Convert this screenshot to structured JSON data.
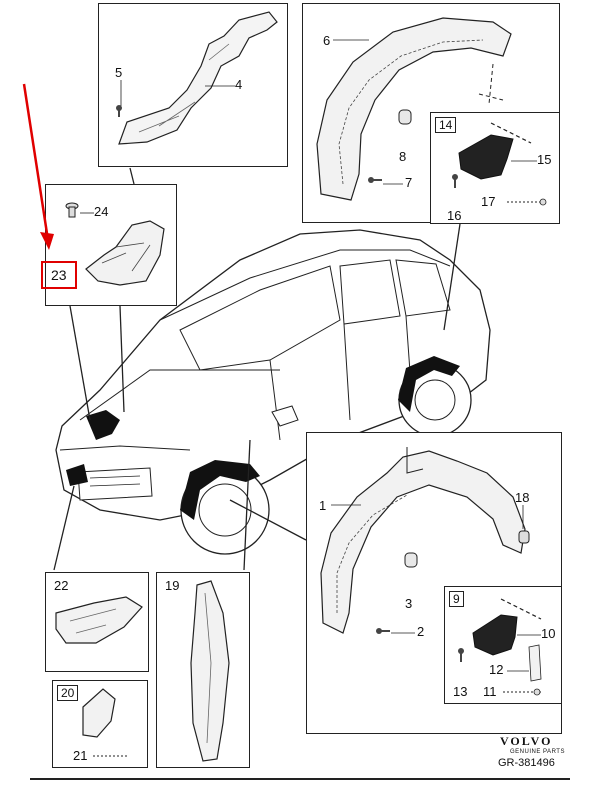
{
  "callouts": {
    "n1": "1",
    "n2": "2",
    "n3": "3",
    "n4": "4",
    "n5": "5",
    "n6": "6",
    "n7": "7",
    "n8": "8",
    "n9": "9",
    "n10": "10",
    "n11": "11",
    "n12": "12",
    "n13": "13",
    "n14": "14",
    "n15": "15",
    "n16": "16",
    "n17": "17",
    "n18": "18",
    "n19": "19",
    "n20": "20",
    "n21": "21",
    "n22": "22",
    "n23": "23",
    "n24": "24"
  },
  "footer": {
    "brand": "VOLVO",
    "sub": "GENUINE PARTS",
    "code": "GR-381496"
  },
  "colors": {
    "line": "#222222",
    "highlight": "#e00000",
    "part_fill": "#f2f2f2",
    "part_dark": "#111111"
  }
}
